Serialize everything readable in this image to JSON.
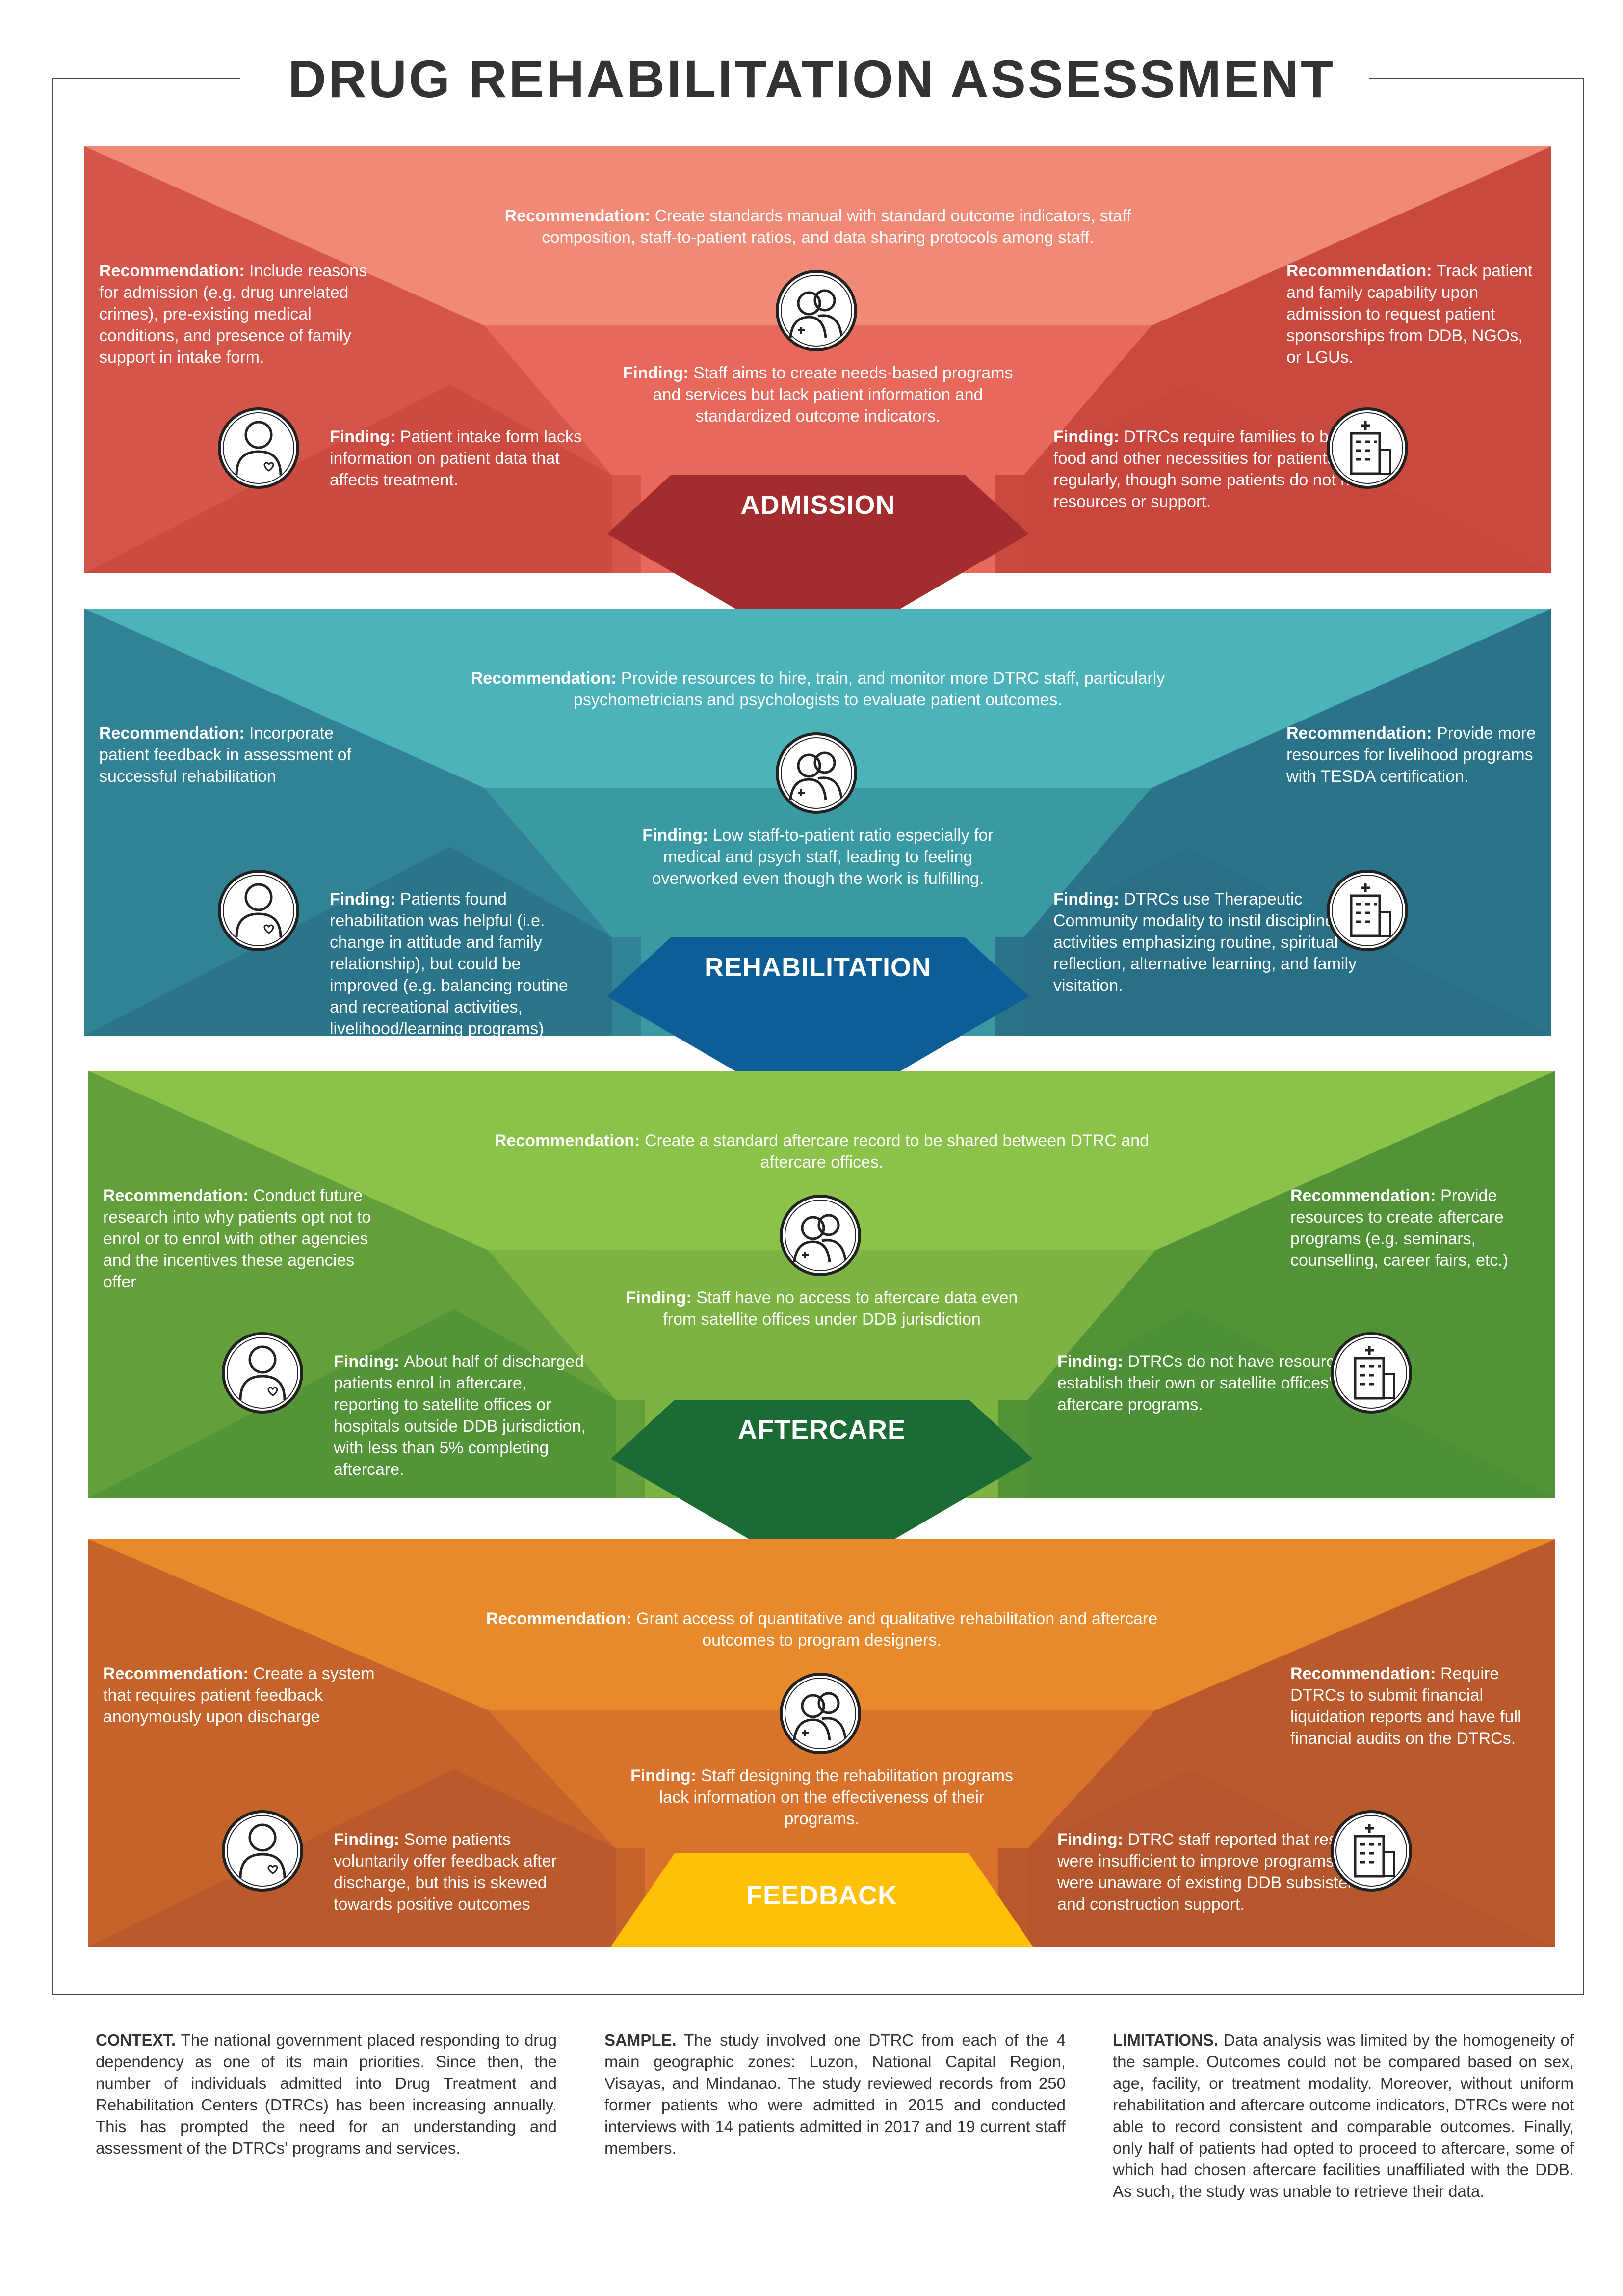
{
  "title": "DRUG REHABILITATION ASSESSMENT",
  "labels": {
    "recommendation": "Recommendation:",
    "finding": "Finding:"
  },
  "colors": {
    "admission": [
      "#e8685b",
      "#f08a76",
      "#c7463c",
      "#a32c2e"
    ],
    "rehabilitation": [
      "#3a9aa4",
      "#4db3bb",
      "#2a6f86",
      "#0d5d96"
    ],
    "aftercare": [
      "#7cb342",
      "#8bc34a",
      "#4e8f37",
      "#1b6b34"
    ],
    "feedback": [
      "#d9732c",
      "#e8892b",
      "#b5562c",
      "#ffc107"
    ]
  },
  "sections": [
    {
      "name": "ADMISSION",
      "center_rec": "Create standards manual with standard outcome indicators, staff composition, staff-to-patient ratios, and data sharing protocols among staff.",
      "left_rec": "Include reasons for admission (e.g. drug unrelated crimes), pre-existing medical conditions, and presence of family support in intake form.",
      "right_rec": "Track patient and family capability upon admission to request patient sponsorships from DDB, NGOs, or LGUs.",
      "center_find": "Staff aims to create needs-based programs and services but lack patient information and standardized outcome indicators.",
      "left_find": "Patient intake form lacks information on patient data that affects treatment.",
      "right_find": "DTRCs require families to bring food and other necessities for patients regularly, though some patients do not have resources or support."
    },
    {
      "name": "REHABILITATION",
      "center_rec": "Provide resources to hire, train, and monitor more DTRC staff, particularly psychometricians and psychologists to evaluate patient outcomes.",
      "left_rec": "Incorporate patient feedback in assessment of successful rehabilitation",
      "right_rec": "Provide more resources for livelihood programs with TESDA certification.",
      "center_find": "Low staff-to-patient ratio especially for medical and psych staff, leading to feeling overworked even though the work is fulfilling.",
      "left_find": "Patients found rehabilitation was helpful (i.e. change in attitude and family relationship), but could be improved (e.g. balancing routine and recreational activities, livelihood/learning programs)",
      "right_find": "DTRCs use Therapeutic Community modality to instil discipline, with activities emphasizing routine, spiritual reflection, alternative learning, and family visitation."
    },
    {
      "name": "AFTERCARE",
      "center_rec": "Create a standard aftercare record to be shared between DTRC and aftercare offices.",
      "left_rec": "Conduct future research into why patients opt not to enrol or to enrol with other agencies and the incentives these agencies offer",
      "right_rec": "Provide resources to create aftercare programs (e.g. seminars, counselling, career fairs, etc.)",
      "center_find": "Staff have no access to aftercare data even from satellite offices under DDB jurisdiction",
      "left_find": "About half of discharged patients enrol in aftercare, reporting to satellite offices or hospitals outside DDB jurisdiction, with less than 5% completing aftercare.",
      "right_find": "DTRCs do not have resources to establish their own or satellite offices' aftercare programs."
    },
    {
      "name": "FEEDBACK",
      "center_rec": "Grant access of quantitative and qualitative rehabilitation and aftercare outcomes to program designers.",
      "left_rec": "Create a system that requires patient feedback anonymously upon discharge",
      "right_rec": "Require DTRCs to submit financial liquidation reports and have full financial audits on the DTRCs.",
      "center_find": "Staff designing the rehabilitation programs lack information on the effectiveness of their programs.",
      "left_find": "Some patients voluntarily offer feedback after discharge, but this is skewed towards positive outcomes",
      "right_find": "DTRC staff reported that resources were insufficient to improve programs but were unaware of existing DDB subsistence and construction support."
    }
  ],
  "bottom": {
    "context_head": "CONTEXT.",
    "context": "The national government placed responding to drug dependency as one of its main priorities. Since then, the number of individuals admitted into Drug Treatment and Rehabilitation Centers (DTRCs) has been increasing annually. This has prompted the need for an understanding and assessment of the DTRCs' programs and services.",
    "sample_head": "SAMPLE.",
    "sample": "The study involved one DTRC from each of the 4 main geographic zones: Luzon, National Capital Region, Visayas, and Mindanao. The study reviewed records from 250 former patients who were admitted in 2015 and conducted interviews with 14 patients admitted in 2017 and 19 current staff members.",
    "limitations_head": "LIMITATIONS.",
    "limitations": "Data analysis was limited by the homogeneity of the sample. Outcomes could not be compared based on sex, age, facility, or treatment modality. Moreover, without uniform rehabilitation and aftercare outcome indicators, DTRCs were not able to record consistent and comparable outcomes. Finally, only half of patients had opted to proceed to aftercare, some of which had chosen aftercare facilities unaffiliated with the DDB. As such, the study was unable to retrieve their data."
  }
}
